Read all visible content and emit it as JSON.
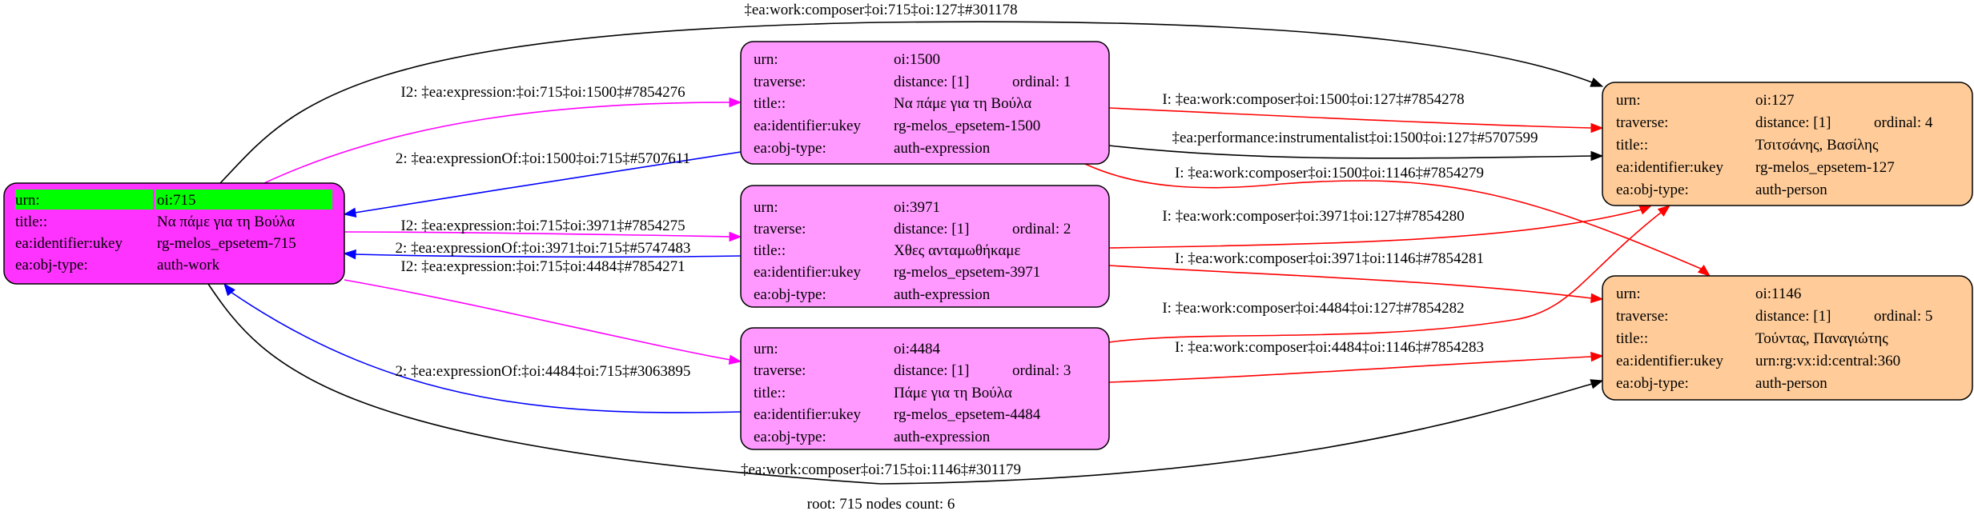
{
  "colors": {
    "work": "#ff33ff",
    "expression": "#ff99ff",
    "person": "#ffcc99",
    "highlight": "#00ff00",
    "expr_edge": "#ff00ff",
    "expr_of_edge": "#0000ff",
    "composer_edge": "#ff0000",
    "other_edge": "#000000"
  },
  "nodes": [
    {
      "id": "n715",
      "rows": [
        [
          "urn:",
          "oi:715"
        ],
        [
          "title::",
          "Να πάμε για τη Βούλα"
        ],
        [
          "ea:identifier:ukey",
          "rg-melos_epsetem-715"
        ],
        [
          "ea:obj-type:",
          "auth-work"
        ]
      ]
    },
    {
      "id": "n1500",
      "rows": [
        [
          "urn:",
          "oi:1500"
        ],
        [
          "traverse:",
          "distance: [1]",
          "ordinal: 1"
        ],
        [
          "title::",
          "Να πάμε για τη Βούλα"
        ],
        [
          "ea:identifier:ukey",
          "rg-melos_epsetem-1500"
        ],
        [
          "ea:obj-type:",
          "auth-expression"
        ]
      ]
    },
    {
      "id": "n3971",
      "rows": [
        [
          "urn:",
          "oi:3971"
        ],
        [
          "traverse:",
          "distance: [1]",
          "ordinal: 2"
        ],
        [
          "title::",
          "Χθες ανταμωθήκαμε"
        ],
        [
          "ea:identifier:ukey",
          "rg-melos_epsetem-3971"
        ],
        [
          "ea:obj-type:",
          "auth-expression"
        ]
      ]
    },
    {
      "id": "n4484",
      "rows": [
        [
          "urn:",
          "oi:4484"
        ],
        [
          "traverse:",
          "distance: [1]",
          "ordinal: 3"
        ],
        [
          "title::",
          "Πάμε για τη Βούλα"
        ],
        [
          "ea:identifier:ukey",
          "rg-melos_epsetem-4484"
        ],
        [
          "ea:obj-type:",
          "auth-expression"
        ]
      ]
    },
    {
      "id": "n127",
      "rows": [
        [
          "urn:",
          "oi:127"
        ],
        [
          "traverse:",
          "distance: [1]",
          "ordinal: 4"
        ],
        [
          "title::",
          "Τσιτσάνης, Βασίλης"
        ],
        [
          "ea:identifier:ukey",
          "rg-melos_epsetem-127"
        ],
        [
          "ea:obj-type:",
          "auth-person"
        ]
      ]
    },
    {
      "id": "n1146",
      "rows": [
        [
          "urn:",
          "oi:1146"
        ],
        [
          "traverse:",
          "distance: [1]",
          "ordinal: 5"
        ],
        [
          "title::",
          "Τούντας, Παναγιώτης"
        ],
        [
          "ea:identifier:ukey",
          "urn:rg:vx:id:central:360"
        ],
        [
          "ea:obj-type:",
          "auth-person"
        ]
      ]
    }
  ],
  "edges": [
    {
      "label": "‡ea:work:composer‡oi:715‡oi:127‡#301178",
      "kind": "other_edge"
    },
    {
      "label": "I2: ‡ea:expression:‡oi:715‡oi:1500‡#7854276",
      "kind": "expr_edge"
    },
    {
      "label": "2: ‡ea:expressionOf:‡oi:1500‡oi:715‡#5707611",
      "kind": "expr_of_edge"
    },
    {
      "label": "I2: ‡ea:expression:‡oi:715‡oi:3971‡#7854275",
      "kind": "expr_edge"
    },
    {
      "label": "2: ‡ea:expressionOf:‡oi:3971‡oi:715‡#5747483",
      "kind": "expr_of_edge"
    },
    {
      "label": "I2: ‡ea:expression:‡oi:715‡oi:4484‡#7854271",
      "kind": "expr_edge"
    },
    {
      "label": "2: ‡ea:expressionOf:‡oi:4484‡oi:715‡#3063895",
      "kind": "expr_of_edge"
    },
    {
      "label": "‡ea:work:composer‡oi:715‡oi:1146‡#301179",
      "kind": "other_edge"
    },
    {
      "label": "I: ‡ea:work:composer‡oi:1500‡oi:127‡#7854278",
      "kind": "composer_edge"
    },
    {
      "label": "‡ea:performance:instrumentalist‡oi:1500‡oi:127‡#5707599",
      "kind": "other_edge"
    },
    {
      "label": "I: ‡ea:work:composer‡oi:1500‡oi:1146‡#7854279",
      "kind": "composer_edge"
    },
    {
      "label": "I: ‡ea:work:composer‡oi:3971‡oi:127‡#7854280",
      "kind": "composer_edge"
    },
    {
      "label": "I: ‡ea:work:composer‡oi:3971‡oi:1146‡#7854281",
      "kind": "composer_edge"
    },
    {
      "label": "I: ‡ea:work:composer‡oi:4484‡oi:127‡#7854282",
      "kind": "composer_edge"
    },
    {
      "label": "I: ‡ea:work:composer‡oi:4484‡oi:1146‡#7854283",
      "kind": "composer_edge"
    }
  ],
  "footer": "root: 715 nodes count: 6"
}
